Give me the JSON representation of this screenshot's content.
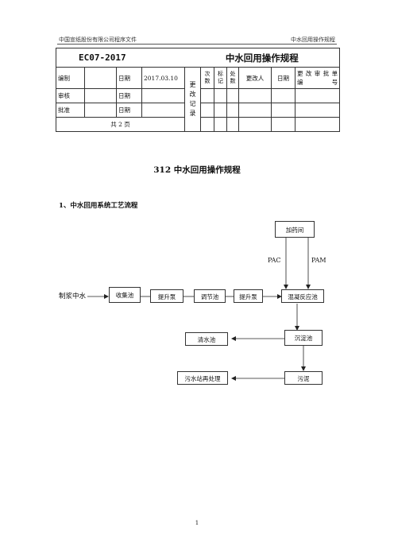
{
  "header": {
    "left": "中国宣纸股份有限公司程序文件",
    "right": "中水回用操作规程"
  },
  "control_table": {
    "code": "EC07-2017",
    "title": "中水回用操作规程",
    "prepared_label": "编制",
    "date_label": "日期",
    "date_value": "2017.03.10",
    "review_label": "审核",
    "approve_label": "批准",
    "change_record": [
      "更",
      "改",
      "记",
      "录"
    ],
    "col_times": [
      "次",
      "数"
    ],
    "col_mark": [
      "标",
      "记"
    ],
    "col_count": [
      "处",
      "数"
    ],
    "col_changer": "更改人",
    "col_date": "日期",
    "col_approval_no": [
      "更改审批单",
      "编　　号"
    ],
    "pages": "共 2 页"
  },
  "doc_title": "312 中水回用操作规程",
  "section_1": "1、中水回用系统工艺流程",
  "flow": {
    "dosing_room": "加药间",
    "pac": "PAC",
    "pam": "PAM",
    "source": "制浆中水",
    "collection_pool": "收集池",
    "lift_pump_1": "提升泵",
    "regulating_pool": "调节池",
    "lift_pump_2": "提升泵",
    "coagulation_tank": "混凝反应池",
    "sedimentation_tank": "沉淀池",
    "clear_water_pool": "清水池",
    "sludge": "污泥",
    "wastewater_treatment": "污水站再处理"
  },
  "page_number": "1"
}
